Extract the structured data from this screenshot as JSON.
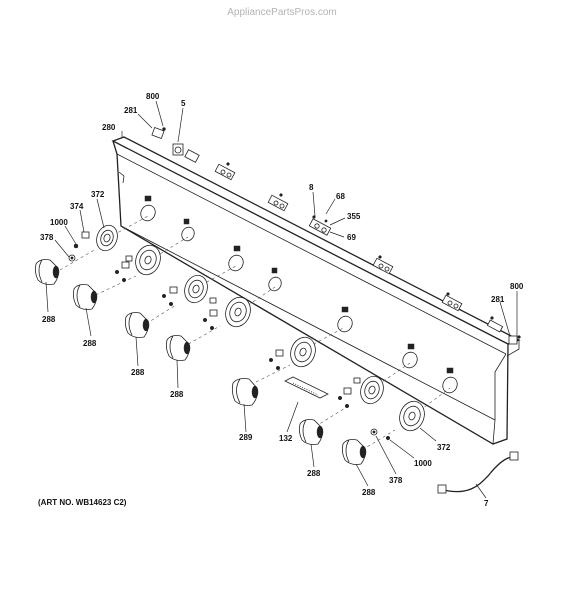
{
  "watermark": "AppliancePartsPros.com",
  "art_number": "(ART NO. WB14623 C2)",
  "callouts": [
    {
      "id": "c800a",
      "text": "800"
    },
    {
      "id": "c281a",
      "text": "281"
    },
    {
      "id": "c5",
      "text": "5"
    },
    {
      "id": "c280",
      "text": "280"
    },
    {
      "id": "c372a",
      "text": "372"
    },
    {
      "id": "c374",
      "text": "374"
    },
    {
      "id": "c1000a",
      "text": "1000"
    },
    {
      "id": "c378a",
      "text": "378"
    },
    {
      "id": "c8",
      "text": "8"
    },
    {
      "id": "c68",
      "text": "68"
    },
    {
      "id": "c355",
      "text": "355"
    },
    {
      "id": "c69",
      "text": "69"
    },
    {
      "id": "c288a",
      "text": "288"
    },
    {
      "id": "c288b",
      "text": "288"
    },
    {
      "id": "c288c",
      "text": "288"
    },
    {
      "id": "c288d",
      "text": "288"
    },
    {
      "id": "c289",
      "text": "289"
    },
    {
      "id": "c132",
      "text": "132"
    },
    {
      "id": "c288e",
      "text": "288"
    },
    {
      "id": "c288f",
      "text": "288"
    },
    {
      "id": "c378b",
      "text": "378"
    },
    {
      "id": "c1000b",
      "text": "1000"
    },
    {
      "id": "c372b",
      "text": "372"
    },
    {
      "id": "c800b",
      "text": "800"
    },
    {
      "id": "c281b",
      "text": "281"
    },
    {
      "id": "c7",
      "text": "7"
    }
  ]
}
